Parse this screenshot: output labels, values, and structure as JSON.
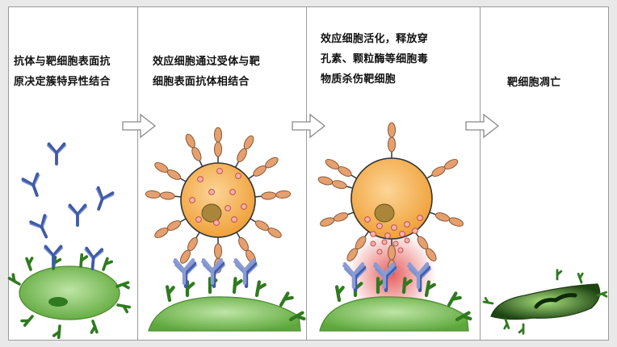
{
  "panels": [
    {
      "caption": "抗体与靶细胞表面抗\n原决定簇特异性结合"
    },
    {
      "caption": "效应细胞通过受体与靶\n细胞表面抗体相结合"
    },
    {
      "caption": "效应细胞活化，释放穿\n孔素、颗粒酶等细胞毒\n物质杀伤靶细胞"
    },
    {
      "caption": "靶细胞凋亡"
    }
  ],
  "colors": {
    "antibody": "#3f5aa8",
    "antigen": "#2f7a1f",
    "target_cell": "#86c766",
    "effector_cell": "#f4b04e",
    "receptor": "#e6a070",
    "granule": "#f08080",
    "nucleus": "#a9863a",
    "arrow": "#ffffff"
  },
  "icons": [
    "antibody-icon",
    "antigen-icon",
    "target-cell-icon",
    "effector-cell-icon",
    "receptor-icon",
    "granule-icon",
    "arrow-right-icon"
  ]
}
